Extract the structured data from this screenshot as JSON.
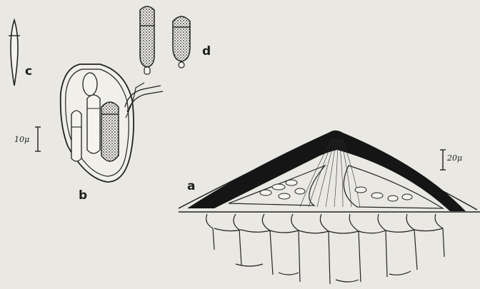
{
  "figure": {
    "labels": {
      "a": "a",
      "b": "b",
      "c": "c",
      "d": "d"
    },
    "scale_bars": {
      "small": "10μ",
      "large": "20μ"
    }
  }
}
